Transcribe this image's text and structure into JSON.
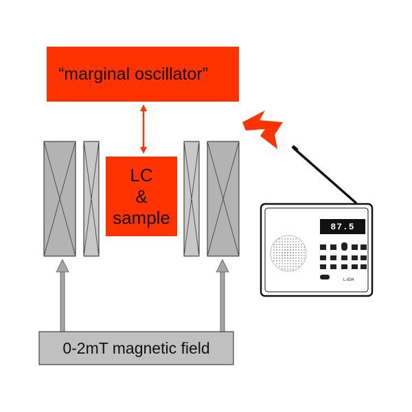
{
  "oscillator": {
    "label": "“marginal oscillator”",
    "color": "#ff3300"
  },
  "lc_box": {
    "lines": [
      "LC",
      "&",
      "sample"
    ],
    "color": "#ff3300"
  },
  "field_source": {
    "label": "0-2mT magnetic field",
    "color": "#c0c0c0"
  },
  "coils": {
    "outer_color": "#b3b3b3",
    "inner_color": "#c8c8c8",
    "stroke": "#222222"
  },
  "arrows": {
    "signal_color": "#ff3300",
    "field_color": "#a6a6a6"
  },
  "radio": {
    "display": "87.5",
    "model": "L-834"
  },
  "icons": [
    "coil-outer-left",
    "coil-inner-left",
    "coil-inner-right",
    "coil-outer-right",
    "radio-icon",
    "radio-wave-arrow-icon"
  ]
}
